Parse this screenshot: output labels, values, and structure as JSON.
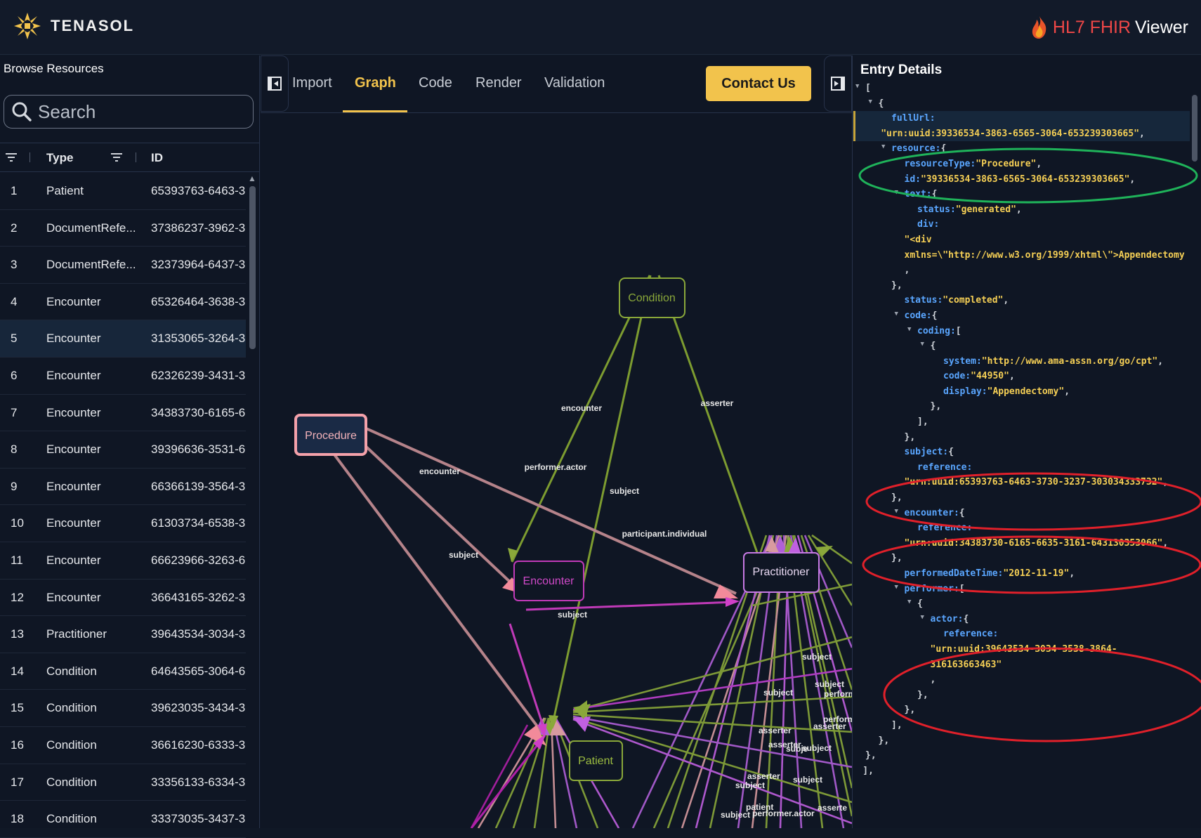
{
  "header": {
    "brand": "TENASOL",
    "viewer_hl7": "HL7 FHIR",
    "viewer_label": "Viewer",
    "colors": {
      "accent": "#f2c34c",
      "hl7_red": "#ef4747"
    }
  },
  "left_panel": {
    "title": "Browse Resources",
    "search_placeholder": "Search",
    "columns": {
      "type": "Type",
      "id": "ID"
    },
    "rows": [
      {
        "n": "1",
        "type": "Patient",
        "id": "65393763-6463-3"
      },
      {
        "n": "2",
        "type": "DocumentRefe...",
        "id": "37386237-3962-3"
      },
      {
        "n": "3",
        "type": "DocumentRefe...",
        "id": "32373964-6437-3"
      },
      {
        "n": "4",
        "type": "Encounter",
        "id": "65326464-3638-3"
      },
      {
        "n": "5",
        "type": "Encounter",
        "id": "31353065-3264-3"
      },
      {
        "n": "6",
        "type": "Encounter",
        "id": "62326239-3431-3"
      },
      {
        "n": "7",
        "type": "Encounter",
        "id": "34383730-6165-6"
      },
      {
        "n": "8",
        "type": "Encounter",
        "id": "39396636-3531-6"
      },
      {
        "n": "9",
        "type": "Encounter",
        "id": "66366139-3564-3"
      },
      {
        "n": "10",
        "type": "Encounter",
        "id": "61303734-6538-3"
      },
      {
        "n": "11",
        "type": "Encounter",
        "id": "66623966-3263-6"
      },
      {
        "n": "12",
        "type": "Encounter",
        "id": "36643165-3262-3"
      },
      {
        "n": "13",
        "type": "Practitioner",
        "id": "39643534-3034-3"
      },
      {
        "n": "14",
        "type": "Condition",
        "id": "64643565-3064-6"
      },
      {
        "n": "15",
        "type": "Condition",
        "id": "39623035-3434-3"
      },
      {
        "n": "16",
        "type": "Condition",
        "id": "36616230-6333-3"
      },
      {
        "n": "17",
        "type": "Condition",
        "id": "33356133-6334-3"
      },
      {
        "n": "18",
        "type": "Condition",
        "id": "33373035-3437-3"
      }
    ]
  },
  "tabs": {
    "import": "Import",
    "graph": "Graph",
    "code": "Code",
    "render": "Render",
    "validation": "Validation",
    "contact": "Contact Us"
  },
  "graph": {
    "nodes": {
      "condition": "Condition",
      "procedure": "Procedure",
      "encounter": "Encounter",
      "practitioner": "Practitioner",
      "patient": "Patient"
    },
    "edge_labels": {
      "encounter_1": "encounter",
      "asserter_1": "asserter",
      "encounter_2": "encounter",
      "performer_actor": "performer.actor",
      "subject_1": "subject",
      "participant": "participant.individual",
      "subject_2": "subject",
      "subject_3": "subject",
      "c1": "subject",
      "c2": "subject",
      "c3": "subject",
      "c4": "perform",
      "c5": "perform",
      "c6": "asserter",
      "c7": "asserter",
      "c8": "asserter",
      "c9": "subject",
      "c10": "subje",
      "c11": "asserter",
      "c12": "subject",
      "c13": "subject",
      "c14": "patient",
      "c15": "performer.actor",
      "c16": "asserte",
      "c17": "subject"
    }
  },
  "entry_details": {
    "title": "Entry Details",
    "lines": [
      {
        "ind": 0,
        "tw": true,
        "k": "",
        "s": "",
        "p": "["
      },
      {
        "ind": 1,
        "tw": true,
        "k": "",
        "s": "",
        "p": "{"
      },
      {
        "ind": 2,
        "tw": false,
        "k": "fullUrl:",
        "s": "",
        "p": ""
      },
      {
        "ind": 1.2,
        "tw": false,
        "k": "",
        "s": "\"urn:uuid:39336534-3863-6565-3064-653239303665\"",
        "p": ","
      },
      {
        "ind": 2,
        "tw": true,
        "k": "resource:",
        "s": "",
        "p": "{"
      },
      {
        "ind": 3,
        "tw": false,
        "k": "resourceType:",
        "s": "\"Procedure\"",
        "p": ","
      },
      {
        "ind": 3,
        "tw": false,
        "k": "id:",
        "s": "\"39336534-3863-6565-3064-653239303665\"",
        "p": ","
      },
      {
        "ind": 3,
        "tw": true,
        "k": "text:",
        "s": "",
        "p": "{"
      },
      {
        "ind": 4,
        "tw": false,
        "k": "status:",
        "s": "\"generated\"",
        "p": ","
      },
      {
        "ind": 4,
        "tw": false,
        "k": "div:",
        "s": "",
        "p": ""
      },
      {
        "ind": 3,
        "tw": false,
        "k": "",
        "s": "\"<div",
        "p": ""
      },
      {
        "ind": 3,
        "tw": false,
        "k": "",
        "s": "xmlns=\\\"http://www.w3.org/1999/xhtml\\\">Appendectomy",
        "p": ""
      },
      {
        "ind": 3,
        "tw": false,
        "k": "",
        "s": "",
        "p": ","
      },
      {
        "ind": 2,
        "tw": false,
        "k": "",
        "s": "",
        "p": "},"
      },
      {
        "ind": 3,
        "tw": false,
        "k": "status:",
        "s": "\"completed\"",
        "p": ","
      },
      {
        "ind": 3,
        "tw": true,
        "k": "code:",
        "s": "",
        "p": "{"
      },
      {
        "ind": 4,
        "tw": true,
        "k": "coding:",
        "s": "",
        "p": "["
      },
      {
        "ind": 5,
        "tw": true,
        "k": "",
        "s": "",
        "p": "{"
      },
      {
        "ind": 6,
        "tw": false,
        "k": "system:",
        "s": "\"http://www.ama-assn.org/go/cpt\"",
        "p": ","
      },
      {
        "ind": 6,
        "tw": false,
        "k": "code:",
        "s": "\"44950\"",
        "p": ","
      },
      {
        "ind": 6,
        "tw": false,
        "k": "display:",
        "s": "\"Appendectomy\"",
        "p": ","
      },
      {
        "ind": 5,
        "tw": false,
        "k": "",
        "s": "",
        "p": "},"
      },
      {
        "ind": 4,
        "tw": false,
        "k": "",
        "s": "",
        "p": "],"
      },
      {
        "ind": 3,
        "tw": false,
        "k": "",
        "s": "",
        "p": "},"
      },
      {
        "ind": 3,
        "tw": false,
        "k": "subject:",
        "s": "",
        "p": "{"
      },
      {
        "ind": 4,
        "tw": false,
        "k": "reference:",
        "s": "",
        "p": ""
      },
      {
        "ind": 3,
        "tw": false,
        "k": "",
        "s": "\"urn:uuid:65393763-6463-3730-3237-303034333732\"",
        "p": ","
      },
      {
        "ind": 2,
        "tw": false,
        "k": "",
        "s": "",
        "p": "},"
      },
      {
        "ind": 3,
        "tw": true,
        "k": "encounter:",
        "s": "",
        "p": "{"
      },
      {
        "ind": 4,
        "tw": false,
        "k": "reference:",
        "s": "",
        "p": ""
      },
      {
        "ind": 3,
        "tw": false,
        "k": "",
        "s": "\"urn:uuid:34383730-6165-6635-3161-643130353066\"",
        "p": ","
      },
      {
        "ind": 2,
        "tw": false,
        "k": "",
        "s": "",
        "p": "},"
      },
      {
        "ind": 3,
        "tw": false,
        "k": "performedDateTime:",
        "s": "\"2012-11-19\"",
        "p": ","
      },
      {
        "ind": 3,
        "tw": true,
        "k": "performer:",
        "s": "",
        "p": "["
      },
      {
        "ind": 4,
        "tw": true,
        "k": "",
        "s": "",
        "p": "{"
      },
      {
        "ind": 5,
        "tw": true,
        "k": "actor:",
        "s": "",
        "p": "{"
      },
      {
        "ind": 6,
        "tw": false,
        "k": "reference:",
        "s": "",
        "p": ""
      },
      {
        "ind": 5,
        "tw": false,
        "k": "",
        "s": "\"urn:uuid:39643534-3034-3538-3864-",
        "p": ""
      },
      {
        "ind": 5,
        "tw": false,
        "k": "",
        "s": "316163663463\"",
        "p": ""
      },
      {
        "ind": 5,
        "tw": false,
        "k": "",
        "s": "",
        "p": ","
      },
      {
        "ind": 4,
        "tw": false,
        "k": "",
        "s": "",
        "p": "},"
      },
      {
        "ind": 3,
        "tw": false,
        "k": "",
        "s": "",
        "p": "},"
      },
      {
        "ind": 2,
        "tw": false,
        "k": "",
        "s": "",
        "p": "],"
      },
      {
        "ind": 1,
        "tw": false,
        "k": "",
        "s": "",
        "p": "},"
      },
      {
        "ind": 0,
        "tw": false,
        "k": "",
        "s": "",
        "p": "},"
      },
      {
        "ind": -0.2,
        "tw": false,
        "k": "",
        "s": "",
        "p": "],"
      }
    ]
  }
}
